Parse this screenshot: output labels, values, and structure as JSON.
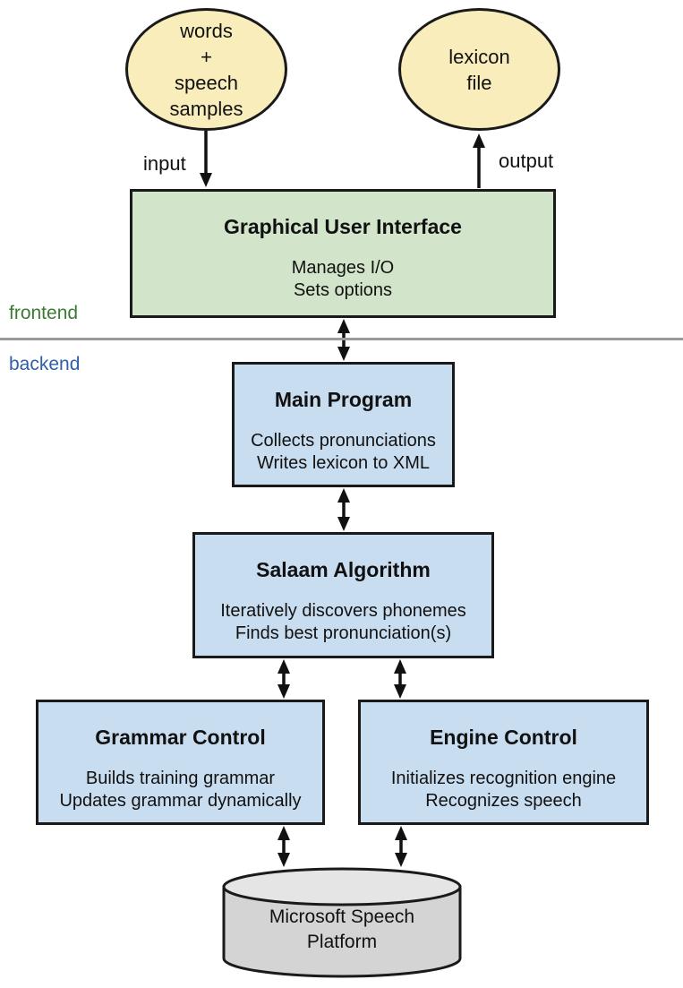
{
  "colors": {
    "ellipse_fill": "#f9edbb",
    "gui_fill": "#d2e4c9",
    "module_fill": "#c9ddf1",
    "cylinder_fill": "#d4d4d4",
    "cylinder_top_fill": "#e5e5e5",
    "border": "#1a1a1a",
    "frontend_text": "#3a7b33",
    "backend_text": "#2f5fa7",
    "divider": "#9a9a9a"
  },
  "labels": {
    "input": "input",
    "output": "output",
    "frontend": "frontend",
    "backend": "backend"
  },
  "nodes": {
    "words_speech_samples": {
      "lines": [
        "words",
        "+",
        "speech",
        "samples"
      ]
    },
    "lexicon_file": {
      "lines": [
        "lexicon",
        "file"
      ]
    },
    "gui": {
      "title": "Graphical User Interface",
      "lines": [
        "Manages I/O",
        "Sets options"
      ]
    },
    "main_program": {
      "title": "Main Program",
      "lines": [
        "Collects pronunciations",
        "Writes lexicon to XML"
      ]
    },
    "salaam_algorithm": {
      "title": "Salaam Algorithm",
      "lines": [
        "Iteratively discovers phonemes",
        "Finds best pronunciation(s)"
      ]
    },
    "grammar_control": {
      "title": "Grammar Control",
      "lines": [
        "Builds training grammar",
        "Updates grammar dynamically"
      ]
    },
    "engine_control": {
      "title": "Engine Control",
      "lines": [
        "Initializes recognition engine",
        "Recognizes speech"
      ]
    },
    "microsoft_speech_platform": {
      "lines": [
        "Microsoft Speech",
        "Platform"
      ]
    }
  }
}
